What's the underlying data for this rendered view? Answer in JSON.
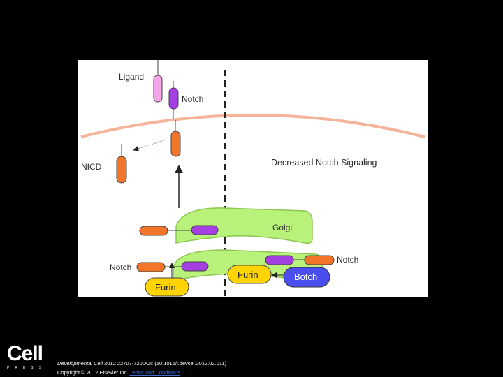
{
  "diagram": {
    "labels": {
      "ligand": "Ligand",
      "notch_top": "Notch",
      "nicd": "NICD",
      "decreased": "Decreased Notch Signaling",
      "golgi": "Golgi",
      "notch_left": "Notch",
      "notch_right": "Notch",
      "furin_center": "Furin",
      "furin_bottom": "Furin",
      "botch": "Botch"
    },
    "colors": {
      "ligand": "#f4a6e8",
      "notch_purple": "#a43fe0",
      "notch_orange": "#f2752a",
      "membrane": "#f5b49a",
      "golgi_fill": "#b9f27a",
      "golgi_stroke": "#8cc850",
      "furin": "#ffd400",
      "botch": "#4a4ef0"
    }
  },
  "footer": {
    "logo_main": "Cell",
    "logo_sub": "PRESS",
    "journal": "Developmental Cell",
    "citation_rest": " 2012 22707-720DOI: (10.1016/j.devcel.2012.02.011)",
    "copyright": "Copyright © 2012 Elsevier Inc. ",
    "terms": "Terms and Conditions"
  }
}
